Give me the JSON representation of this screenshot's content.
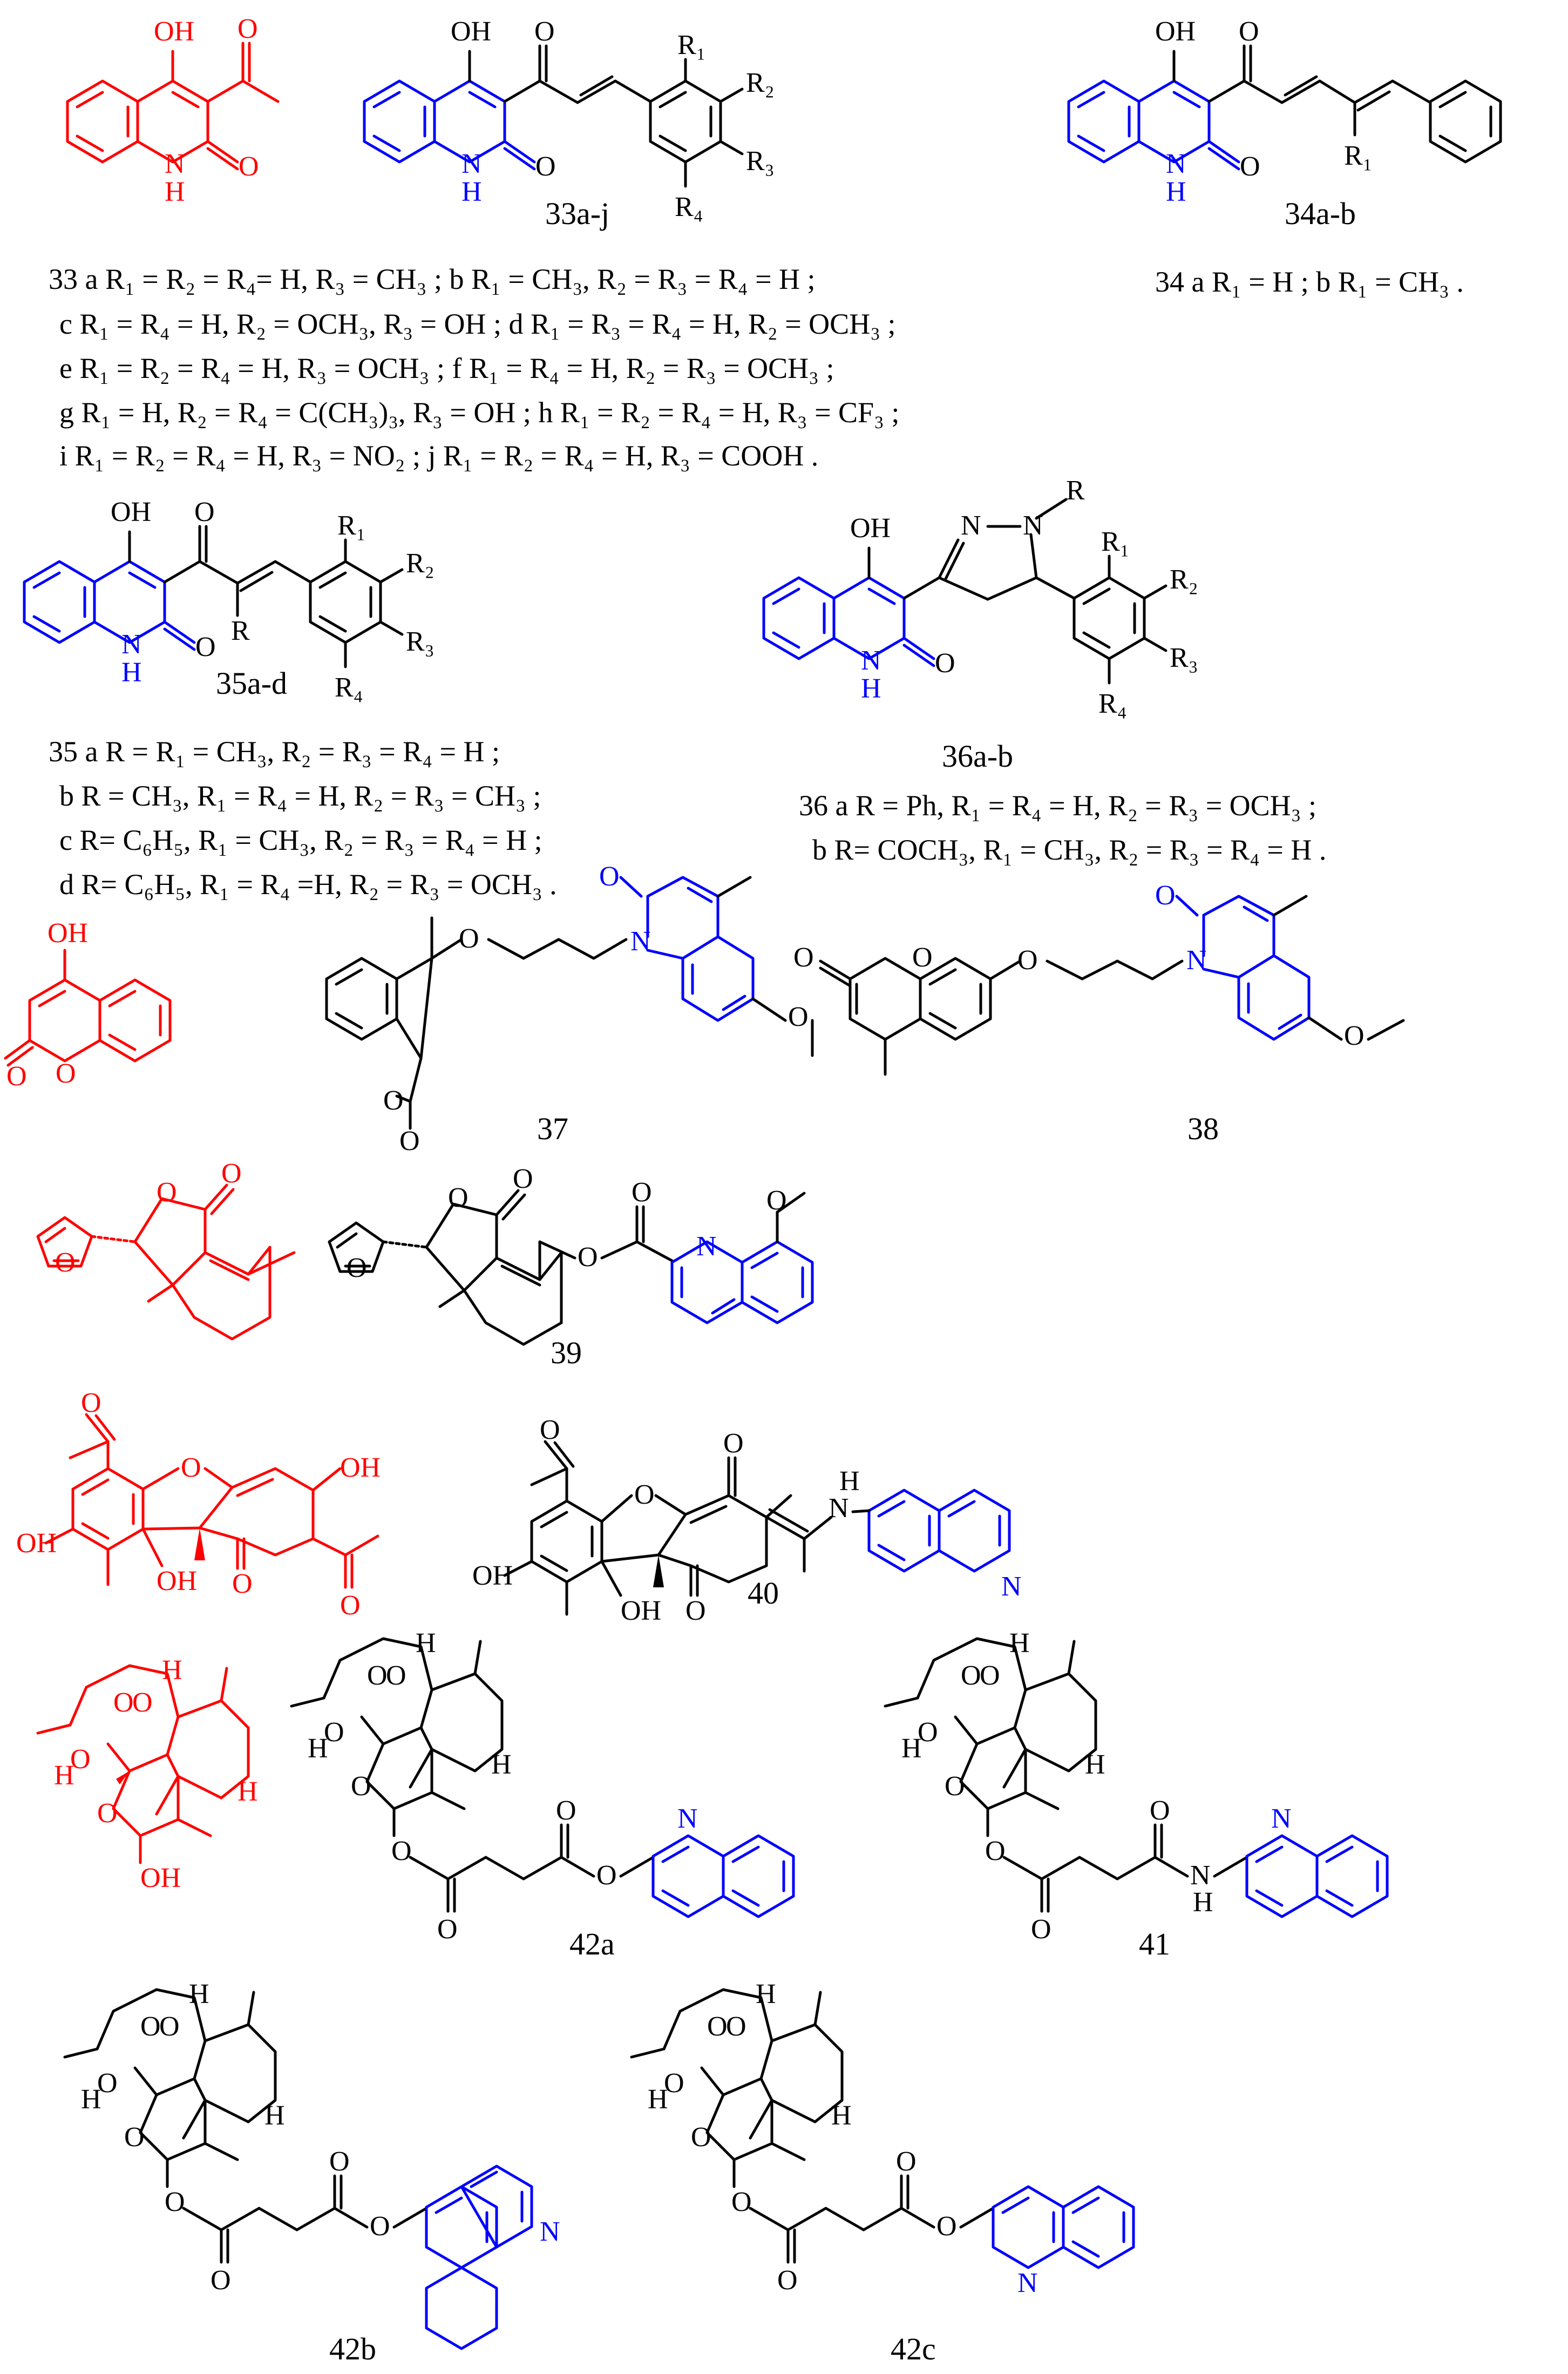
{
  "colors": {
    "precursor": "#ff0000",
    "quinoline": "#0000ff",
    "linker": "#000000"
  },
  "compound_labels": {
    "c33": "33a-j",
    "c34": "34a-b",
    "c35": "35a-d",
    "c36": "36a-b",
    "c37": "37",
    "c38": "38",
    "c39": "39",
    "c40": "40",
    "c41": "41",
    "c42a": "42a",
    "c42b": "42b",
    "c42c": "42c"
  },
  "substituent_captions": {
    "c33": [
      "33 a R₁ = R₂ = R₄= H, R₃ = CH₃ ; b R₁ = CH₃, R₂ = R₃ = R₄ = H ;",
      "c R₁ = R₄ = H, R₂ = OCH₃, R₃ = OH ; d R₁ = R₃ = R₄ = H, R₂ = OCH₃ ;",
      "e R₁ = R₂ = R₄ = H, R₃ = OCH₃ ; f R₁ = R₄ = H, R₂ = R₃ = OCH₃ ;",
      "g R₁ = H, R₂ = R₄ = C(CH₃)₃, R₃ = OH ; h R₁ = R₂ = R₄ = H, R₃ = CF₃ ;",
      "i R₁ = R₂ = R₄ = H, R₃ = NO₂ ; j R₁ = R₂ = R₄ = H, R₃ = COOH ."
    ],
    "c34": [
      "34 a R₁ = H ; b R₁ = CH₃ ."
    ],
    "c35": [
      "35 a R = R₁ = CH₃, R₂ = R₃ = R₄ = H ;",
      "b R = CH₃, R₁ = R₄ = H, R₂ = R₃ = CH₃ ;",
      "c R= C₆H₅, R₁ = CH₃, R₂ = R₃ = R₄ = H ;",
      "d R= C₆H₅, R₁ = R₄ =H, R₂ = R₃ = OCH₃ ."
    ],
    "c36": [
      "36 a R = Ph, R₁ = R₄ = H, R₂ = R₃ = OCH₃ ;",
      "b R= COCH₃, R₁ = CH₃, R₂ = R₃ = R₄ = H ."
    ]
  },
  "atoms": {
    "OH": "OH",
    "O": "O",
    "N": "N",
    "H": "H",
    "R": "R",
    "R1": "R₁",
    "R2": "R₂",
    "R3": "R₃",
    "R4": "R₄"
  }
}
